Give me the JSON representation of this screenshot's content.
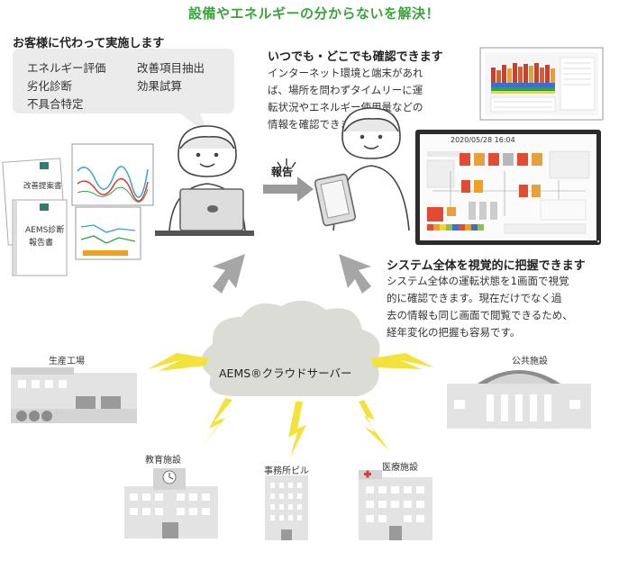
{
  "headline": "設備やエネルギーの分からないを解決！",
  "left_section": {
    "title": "お客様に代わって実施します",
    "bubble_items": [
      "エネルギー評価",
      "改善項目抽出",
      "劣化診断",
      "効果試算",
      "不具合特定"
    ]
  },
  "right_top": {
    "title": "いつでも・どこでも確認できます",
    "lines": [
      "インターネット環境と端末があれ",
      "ば、場所を問わずタイムリーに運",
      "転状況やエネルギー使用量などの",
      "情報を確認できます。"
    ]
  },
  "report_label": "報告",
  "documents": {
    "doc1": {
      "title": "改善提案書"
    },
    "doc2": {
      "title_line1": "AEMS診断",
      "title_line2": "報告書"
    }
  },
  "monitor": {
    "date_text": "2020/05/28 16:04"
  },
  "right_mid": {
    "title": "システム全体を視覚的に把握できます",
    "lines": [
      "システム全体の運転状態を1画面で視覚",
      "的に確認できます。現在だけでなく過",
      "去の情報も同じ画面で閲覧できるため、",
      "経年変化の把握も容易です。"
    ]
  },
  "cloud": {
    "label": "AEMS®クラウドサーバー"
  },
  "facilities": {
    "factory": "生産工場",
    "public": "公共施設",
    "education": "教育施設",
    "office": "事務所ビル",
    "medical": "医療施設"
  }
}
